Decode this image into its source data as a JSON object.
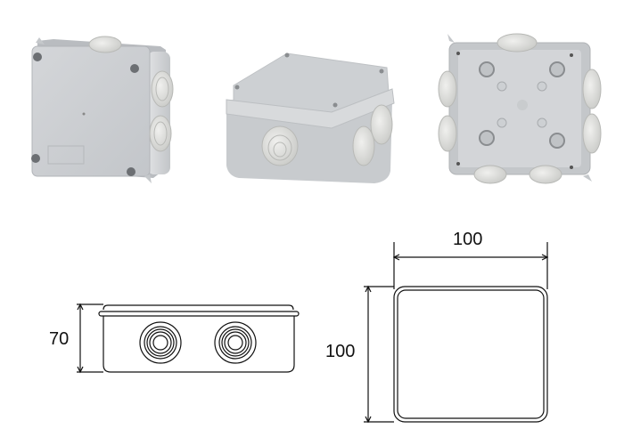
{
  "product": {
    "type": "junction-box",
    "color": "#c9ccd0",
    "photos": [
      {
        "view": "front-lid",
        "label": ""
      },
      {
        "view": "perspective",
        "label": ""
      },
      {
        "view": "open-interior",
        "label": ""
      }
    ]
  },
  "drawings": {
    "side_view": {
      "height_label": "70"
    },
    "top_view": {
      "width_label": "100",
      "depth_label": "100"
    }
  }
}
